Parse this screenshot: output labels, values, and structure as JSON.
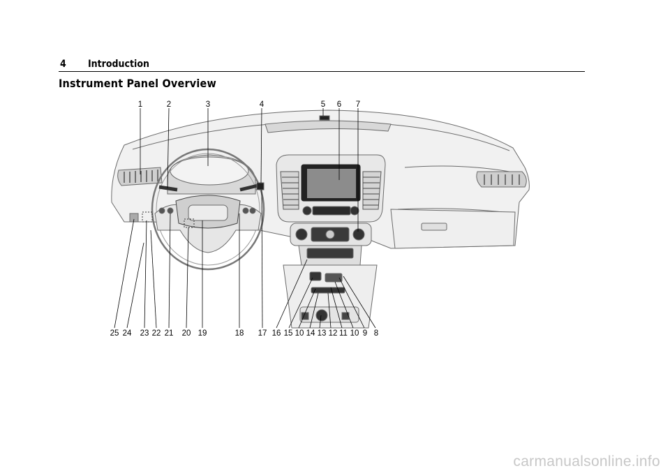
{
  "header": {
    "page_number": "4",
    "section": "Introduction"
  },
  "title": "Instrument Panel Overview",
  "callouts_top": [
    "1",
    "2",
    "3",
    "4",
    "5",
    "6",
    "7"
  ],
  "callouts_bottom": [
    "25",
    "24",
    "23",
    "22",
    "21",
    "20",
    "19",
    "18",
    "17",
    "16",
    "15",
    "10",
    "14",
    "13",
    "12",
    "11",
    "10",
    "9",
    "8"
  ],
  "watermark": "carmanualsonline.info"
}
